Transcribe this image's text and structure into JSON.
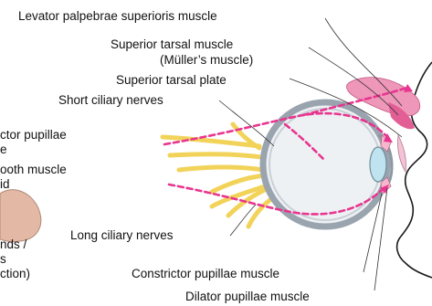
{
  "labels": {
    "levator": "Levator palpebrae superioris muscle",
    "superior_tarsal_line1": "Superior tarsal muscle",
    "superior_tarsal_line2": "(Müller’s muscle)",
    "superior_tarsal_plate": "Superior tarsal plate",
    "short_ciliary": "Short ciliary nerves",
    "long_ciliary": "Long ciliary nerves",
    "constrictor": "Constrictor pupillae muscle",
    "dilator": "Dilator pupillae muscle"
  },
  "cropped_labels": {
    "constrictor_left_line1": "ctor pupillae",
    "constrictor_left_line2": "e",
    "smooth_muscle_line1": "ooth muscle",
    "smooth_muscle_line2": "id",
    "glands_line1": "nds /",
    "glands_line2": "s",
    "glands_line3": "ction)"
  },
  "colors": {
    "nerve": "#f2d35a",
    "pathway": "#e8358f",
    "muscle": "#ee97b8",
    "globe": "#b5bec7",
    "lens": "#bfe3ef",
    "gland": "#e3b8a4"
  }
}
